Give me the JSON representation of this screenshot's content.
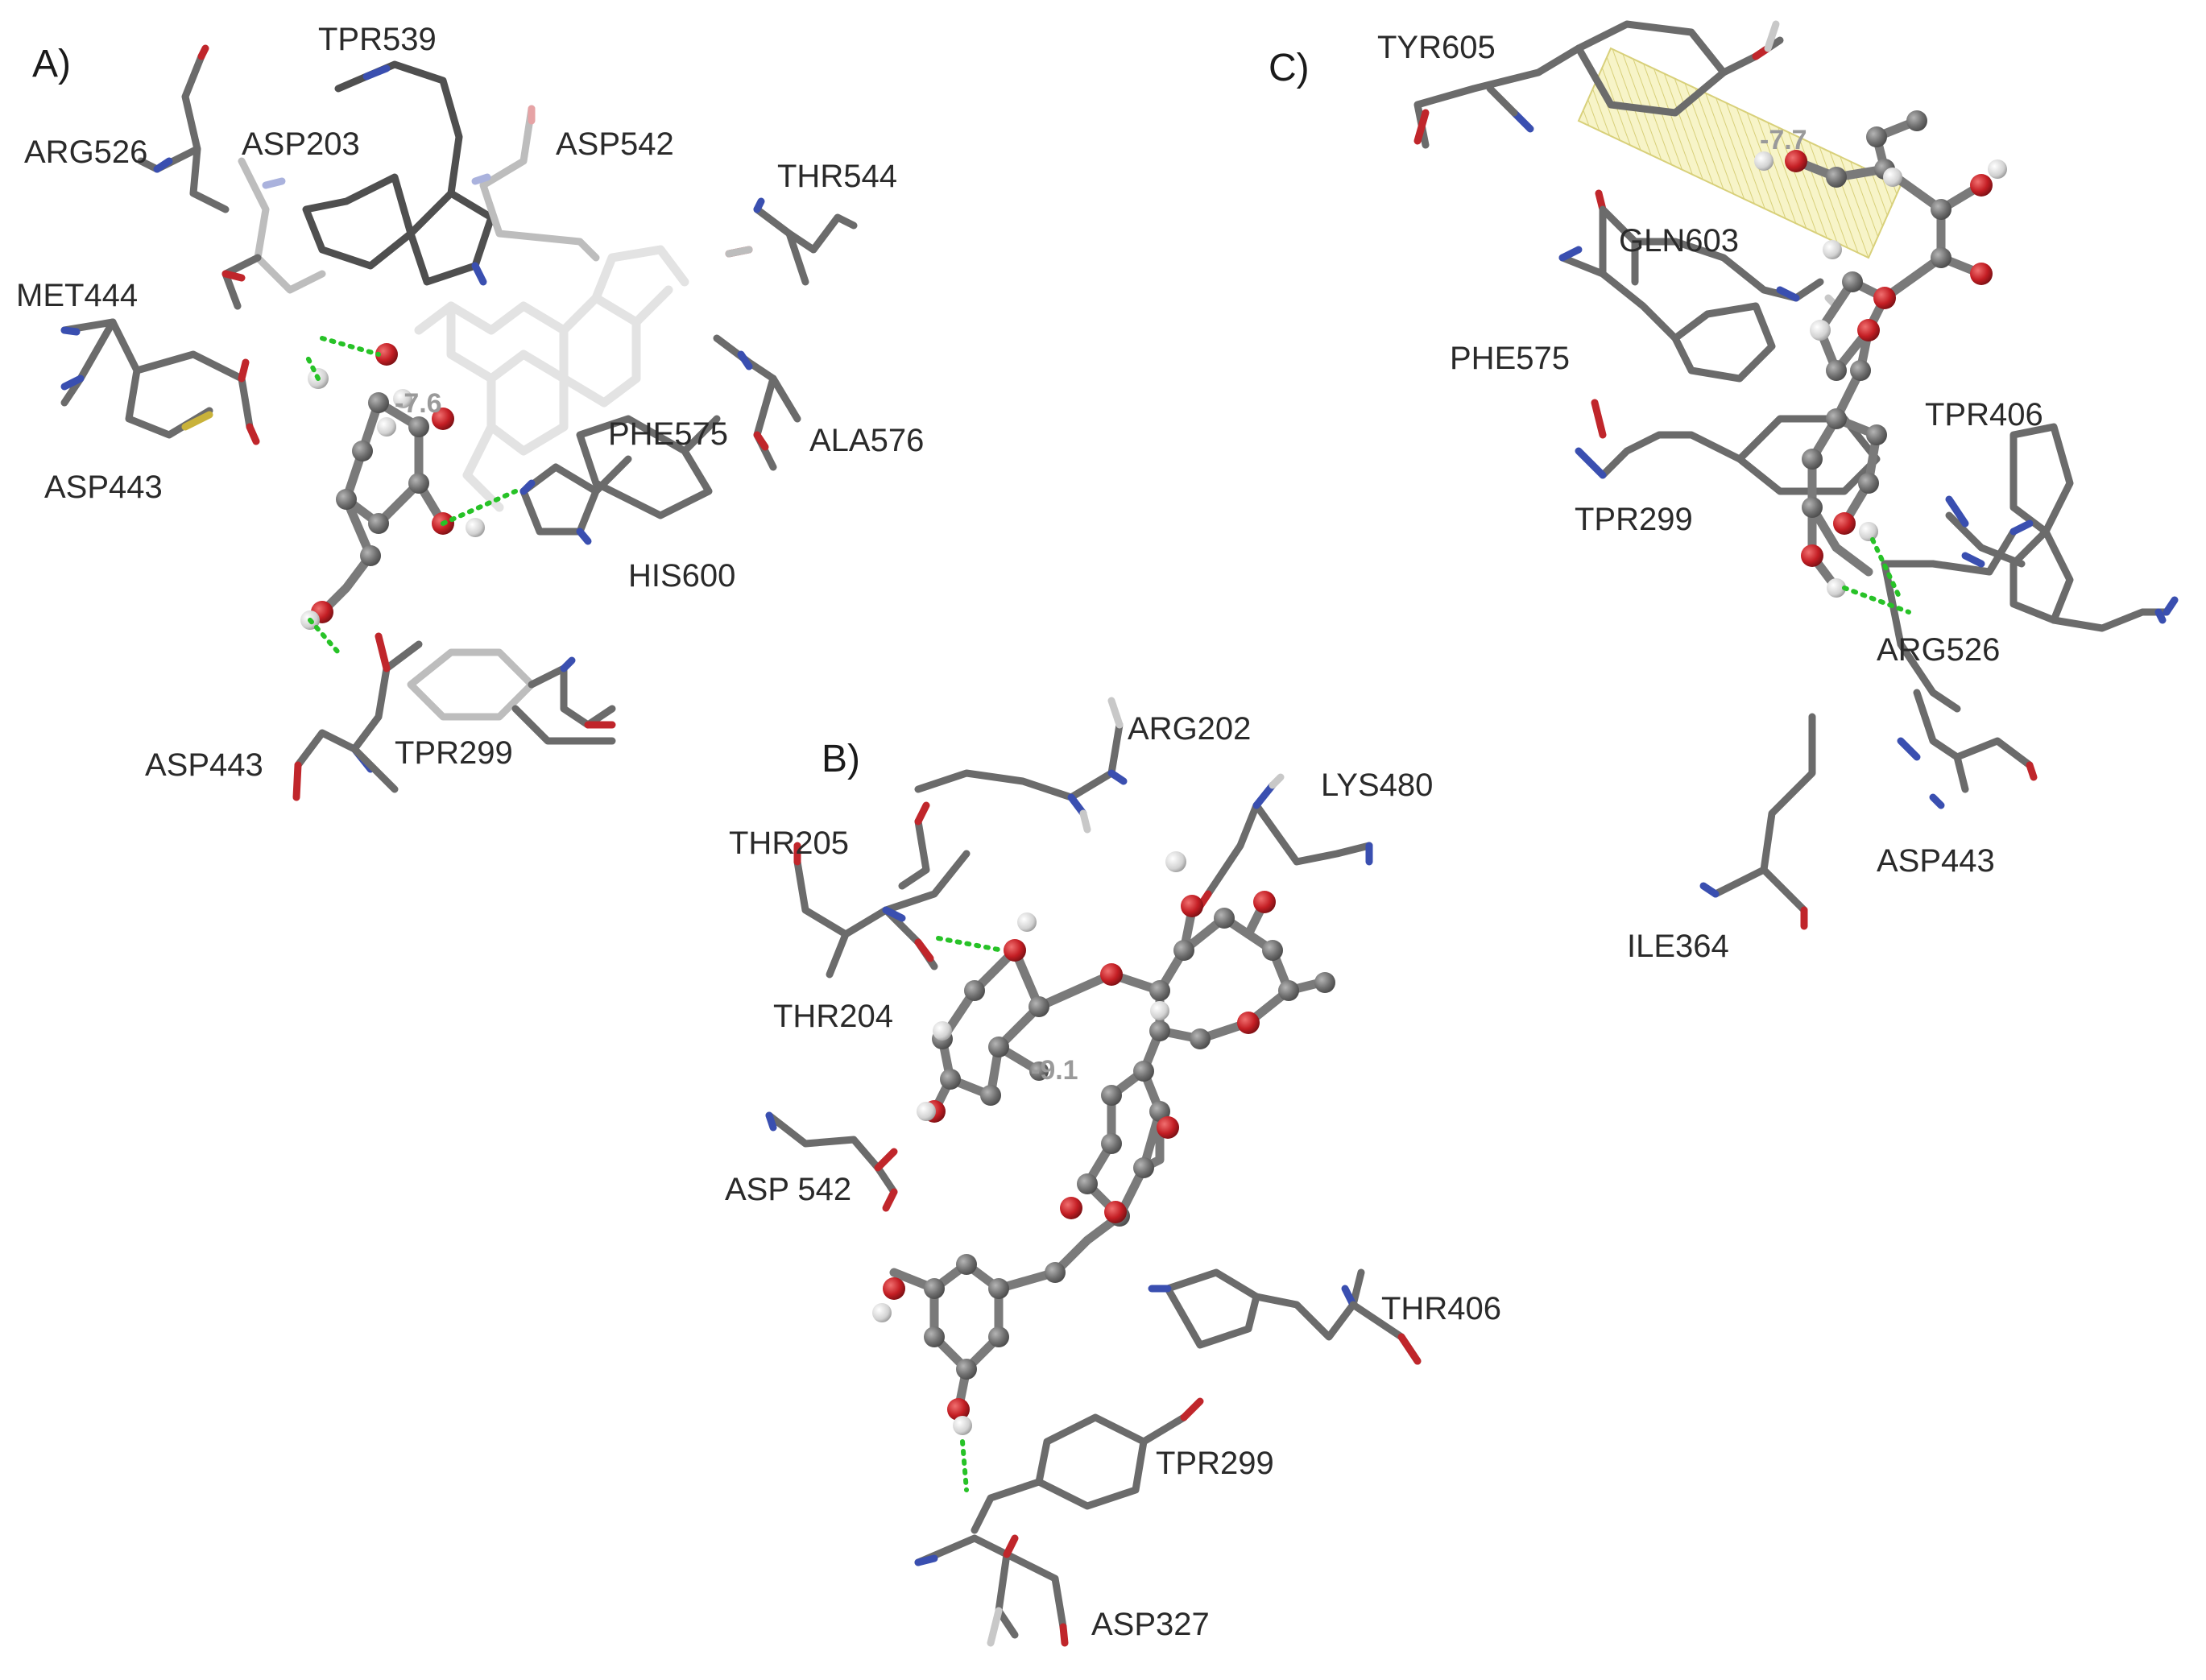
{
  "figure": {
    "panels": [
      {
        "id": "A",
        "label": "A)",
        "energy": "-7.6",
        "residues": [
          "TPR539",
          "ARG526",
          "ASP203",
          "ASP542",
          "THR544",
          "MET444",
          "ASP443",
          "PHE575",
          "ALA576",
          "HIS600",
          "ASP443",
          "TPR299"
        ]
      },
      {
        "id": "B",
        "label": "B)",
        "energy": "-9.1",
        "residues": [
          "ARG202",
          "LYS480",
          "THR205",
          "THR204",
          "ASP 542",
          "THR406",
          "TPR299",
          "ASP327"
        ]
      },
      {
        "id": "C",
        "label": "C)",
        "energy": "-7.7",
        "residues": [
          "TYR605",
          "GLN603",
          "PHE575",
          "TPR406",
          "TPR299",
          "ARG526",
          "ASP443",
          "ILE364"
        ]
      }
    ],
    "colors": {
      "carbon": "#6b6b6b",
      "nitrogen": "#3a4fb0",
      "oxygen": "#c0262b",
      "hydrogen": "#c8c8c8",
      "sulfur": "#c9b23a",
      "hydrogen_bond": "#27c227",
      "pi_interaction_box": "#f3efb0"
    }
  }
}
